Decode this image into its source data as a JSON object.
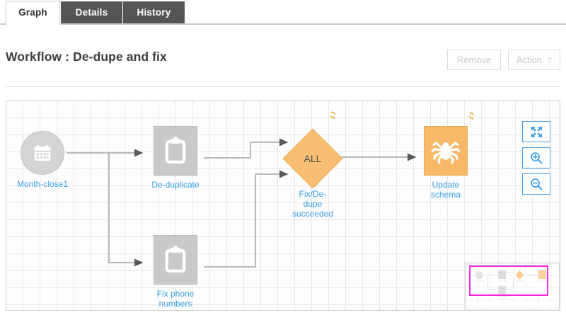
{
  "tabs": [
    {
      "label": "Graph",
      "active": true
    },
    {
      "label": "Details",
      "active": false
    },
    {
      "label": "History",
      "active": false
    }
  ],
  "header": {
    "title": "Workflow : De-dupe and fix",
    "remove_label": "Remove",
    "action_label": "Action",
    "action_caret": "▽"
  },
  "graph": {
    "nodes": [
      {
        "id": "month-close1",
        "label": "Month-close1",
        "shape": "circle",
        "icon": "calendar-icon",
        "color": "#d4d4d4",
        "badge": null
      },
      {
        "id": "de-duplicate",
        "label": "De-duplicate",
        "shape": "square",
        "icon": "clipboard-icon",
        "color": "#c9c9c9",
        "badge": null
      },
      {
        "id": "fix-phone",
        "label": "Fix phone numbers",
        "shape": "square",
        "icon": "clipboard-icon",
        "color": "#c9c9c9",
        "badge": null
      },
      {
        "id": "fix-dedupe-ok",
        "label": "Fix/De-dupe succeeded",
        "shape": "diamond",
        "icon": "none",
        "color": "#f8bf73",
        "badge": "recycle-icon",
        "text": "ALL"
      },
      {
        "id": "update-schema",
        "label": "Update schema",
        "shape": "square",
        "icon": "spider-icon",
        "color": "#f7b968",
        "badge": "recycle-icon"
      }
    ],
    "accent_blue": "#3aa0e8",
    "accent_orange": "#f8bf73",
    "viewport_color": "#ff22dd"
  },
  "controls": {
    "fit_label": "fit-to-screen",
    "zoom_in_label": "zoom-in",
    "zoom_out_label": "zoom-out"
  }
}
